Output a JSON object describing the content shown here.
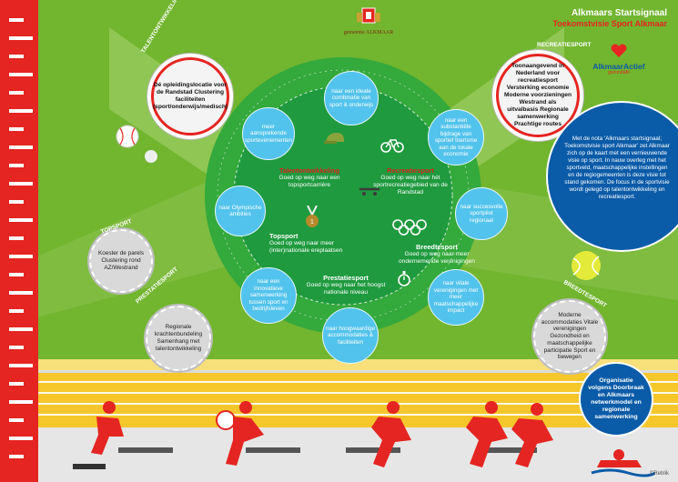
{
  "header": {
    "municipality": "gemeente ALKMAAR",
    "title": "Alkmaars Startsignaal",
    "subtitle": "Toekomstvisie Sport Alkmaar",
    "logo_name": "AlkmaarActief",
    "logo_tagline": "gezond&fit"
  },
  "talent_top": {
    "arc_label": "TALENTONTWIKKELING",
    "text": "Dé opleidingslocatie voor de Randstad Clustering faciliteiten (sport/onderwijs/medisch)"
  },
  "recreatie_top": {
    "arc_label": "RECREATIESPORT",
    "text": "Toonaangevend in Nederland voor recreatiesport Versterking economie Moderne voorzieningen Westrand als uitvalbasis Regionale samenwerking Prachtige routes"
  },
  "topsport": {
    "arc_label": "TOPSPORT",
    "text": "Koester de parels Clustering rond AZ/Westrand"
  },
  "prestatiesport": {
    "arc_label": "PRESTATIESPORT",
    "text": "Regionale krachtenbundeling Samenhang met talentontwikkeling"
  },
  "breedtesport": {
    "arc_label": "BREEDTESPORT",
    "text": "Moderne accommodaties Vitale verenigingen Gezondheid en maatschappelijke participatie Sport en bewegen"
  },
  "segments": {
    "talent": {
      "title": "Talentontwikkeling",
      "text": "Goed op weg naar een topsportcarrière"
    },
    "recreatie": {
      "title": "Recreatiesport",
      "text": "Goed op weg naar hét sportrecreatiegebied van de Randstad"
    },
    "topsport": {
      "title": "Topsport",
      "text": "Goed op weg naar meer (inter)nationale ereplaatsen"
    },
    "breedte": {
      "title": "Breedtesport",
      "text": "Goed op weg naar meer ondernemende verenigingen"
    },
    "prestatie": {
      "title": "Prestatiesport",
      "text": "Goed op weg naar het hoogst nationale niveau"
    }
  },
  "bubbles": {
    "b1": "naar een ideale combinatie van sport & onderwijs",
    "b2": "naar een substantiële bijdrage van sportief toerisme aan de lokale economie",
    "b3": "naar succesvolle sportpilot regionaal",
    "b4": "naar vitale verenigingen met meer maatschappelijke impact",
    "b5": "naar hoogwaardige accommodaties & faciliteiten",
    "b6": "naar een innovatieve samenwerking tussen sport en bedrijfsleven",
    "b7": "naar Olympische ambities",
    "b8": "meer aansprekende sportevenementen"
  },
  "info_blue": "Met de nota 'Alkmaars startsignaal; Toekomstvisie sport Alkmaar' zet Alkmaar zich op de kaart met een vernieuwende visie op sport. In nauw overleg met het sportveld, maatschappelijke instellingen en de regiogemeenten is deze visie tot stand gekomen. De focus in de sportvisie wordt gelegd op talentontwikkeling en recreatiesport.",
  "org_blue": "Organisatie volgens Doorbraak en Alkmaars netwerkmodel en regionale samenwerking",
  "credit": "©Reblik",
  "colors": {
    "green": "#72b52f",
    "dark_green": "#1f9a3f",
    "red": "#e52521",
    "blue": "#0a5ba8",
    "light_blue": "#52c3ec",
    "track": "#f5c72b"
  }
}
